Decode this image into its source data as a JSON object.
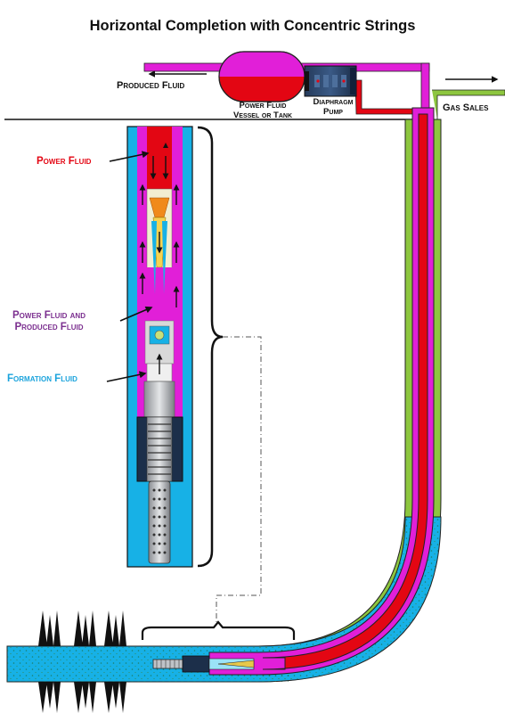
{
  "title": "Horizontal Completion with Concentric Strings",
  "labels": {
    "produced_fluid": "Produced Fluid",
    "power_fluid_tank_line1": "Power Fluid",
    "power_fluid_tank_line2": "Vessel or Tank",
    "diaphragm_line1": "Diaphragm",
    "diaphragm_line2": "Pump",
    "gas_sales": "Gas Sales",
    "power_fluid": "Power Fluid",
    "power_and_produced_line1": "Power Fluid and",
    "power_and_produced_line2": "Produced Fluid",
    "formation_fluid": "Formation Fluid"
  },
  "colors": {
    "power_fluid": "#e30613",
    "mixed_fluid": "#e11fd8",
    "formation_fluid": "#17b1e6",
    "gas_annulus": "#8dc63f",
    "pump_body": "#1c2f4a",
    "label_purple": "#7b2f8f",
    "label_blue": "#1aa3dc",
    "label_red": "#e30613"
  },
  "icons": [
    "arrow-left-icon",
    "arrow-right-icon",
    "perforation-spike-icon",
    "curly-brace-icon"
  ]
}
